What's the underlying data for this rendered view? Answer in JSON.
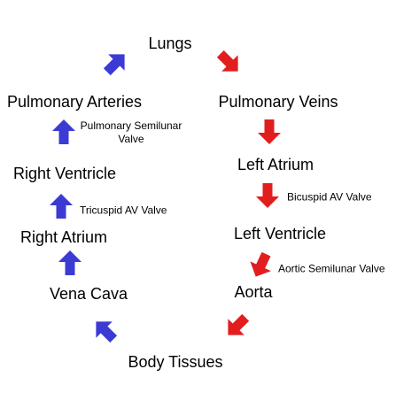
{
  "colors": {
    "deoxygenated": "#3b3bd4",
    "oxygenated": "#e21d1d"
  },
  "nodes": {
    "lungs": "Lungs",
    "pulmonary_arteries": "Pulmonary Arteries",
    "pulmonary_veins": "Pulmonary Veins",
    "right_ventricle": "Right Ventricle",
    "left_atrium": "Left Atrium",
    "right_atrium": "Right Atrium",
    "left_ventricle": "Left Ventricle",
    "vena_cava": "Vena Cava",
    "aorta": "Aorta",
    "body_tissues": "Body Tissues"
  },
  "valves": {
    "pulmonary_semilunar_line1": "Pulmonary Semilunar",
    "pulmonary_semilunar_line2": "Valve",
    "tricuspid": "Tricuspid AV Valve",
    "bicuspid": "Bicuspid AV Valve",
    "aortic_semilunar": "Aortic Semilunar Valve"
  },
  "arrows": [
    {
      "name": "arrow-pulmonary-arteries-to-lungs",
      "color": "deoxygenated"
    },
    {
      "name": "arrow-right-ventricle-to-pulmonary-arteries",
      "color": "deoxygenated"
    },
    {
      "name": "arrow-right-atrium-to-right-ventricle",
      "color": "deoxygenated"
    },
    {
      "name": "arrow-vena-cava-to-right-atrium",
      "color": "deoxygenated"
    },
    {
      "name": "arrow-body-tissues-to-vena-cava",
      "color": "deoxygenated"
    },
    {
      "name": "arrow-lungs-to-pulmonary-veins",
      "color": "oxygenated"
    },
    {
      "name": "arrow-pulmonary-veins-to-left-atrium",
      "color": "oxygenated"
    },
    {
      "name": "arrow-left-atrium-to-left-ventricle",
      "color": "oxygenated"
    },
    {
      "name": "arrow-left-ventricle-to-aorta",
      "color": "oxygenated"
    },
    {
      "name": "arrow-aorta-to-body-tissues",
      "color": "oxygenated"
    }
  ]
}
